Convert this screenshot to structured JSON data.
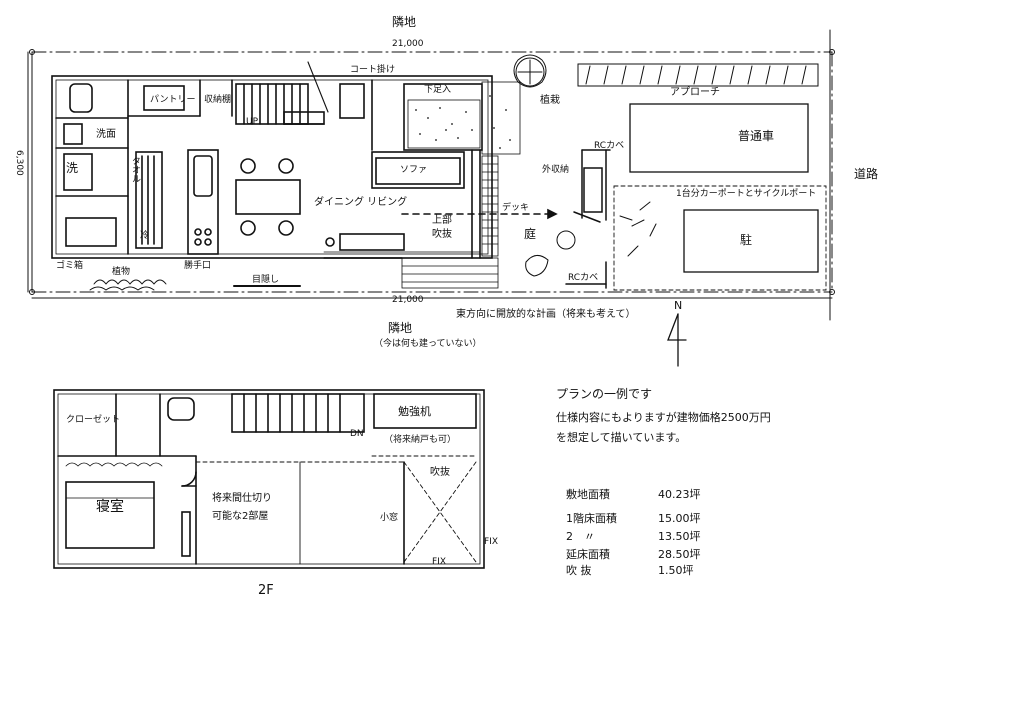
{
  "site": {
    "neighbor_top": "隣地",
    "neighbor_bottom": "隣地",
    "neighbor_bottom_note": "（今は何も建っていない）",
    "road": "道路",
    "width_dim_top": "21,000",
    "width_dim_bottom": "21,000",
    "depth_dim": "6,300",
    "north": "N",
    "east_note": "東方向に開放的な計画（将来も考えて）"
  },
  "floor1": {
    "rooms": {
      "coat": "コート掛け",
      "pantry": "パントリー",
      "shelf": "収納棚",
      "up": "UP",
      "shoe": "下足入",
      "planting": "植栽",
      "approach": "アプローチ",
      "washroom": "洗面",
      "laundry": "洗",
      "towel": "タオル",
      "cold": "冷",
      "sofa": "ソファ",
      "dining_living": "ダイニング リビング",
      "upper_void_1": "上部",
      "upper_void_2": "吹抜",
      "deck": "デッキ",
      "garden": "庭",
      "outdoor_storage": "外収納",
      "rc_wall_top": "RCカベ",
      "rc_wall_bottom": "RCカベ",
      "car": "普通車",
      "carport": "1台分カーポートとサイクルポート",
      "bike": "駐",
      "garbage": "ゴミ箱",
      "plants": "植物",
      "kitchen_door": "勝手口",
      "screen": "目隠し"
    }
  },
  "floor2": {
    "label": "2F",
    "rooms": {
      "closet": "クローゼット",
      "study": "勉強机",
      "study_note": "（将来納戸も可）",
      "dn": "DN",
      "bedroom": "寝室",
      "future_1": "将来間仕切り",
      "future_2": "可能な2部屋",
      "small_window": "小窓",
      "void": "吹抜",
      "fix_right": "FIX",
      "fix_bottom": "FIX"
    }
  },
  "notes": {
    "line1": "プランの一例です",
    "line2": "仕様内容にもよりますが建物価格2500万円",
    "line3": "を想定して描いています。"
  },
  "areas": [
    {
      "label": "敷地面積",
      "value": "40.23坪"
    },
    {
      "label": "1階床面積",
      "value": "15.00坪"
    },
    {
      "label": "2　〃",
      "value": "13.50坪"
    },
    {
      "label": "延床面積",
      "value": "28.50坪"
    },
    {
      "label": "吹 抜",
      "value": "1.50坪"
    }
  ]
}
